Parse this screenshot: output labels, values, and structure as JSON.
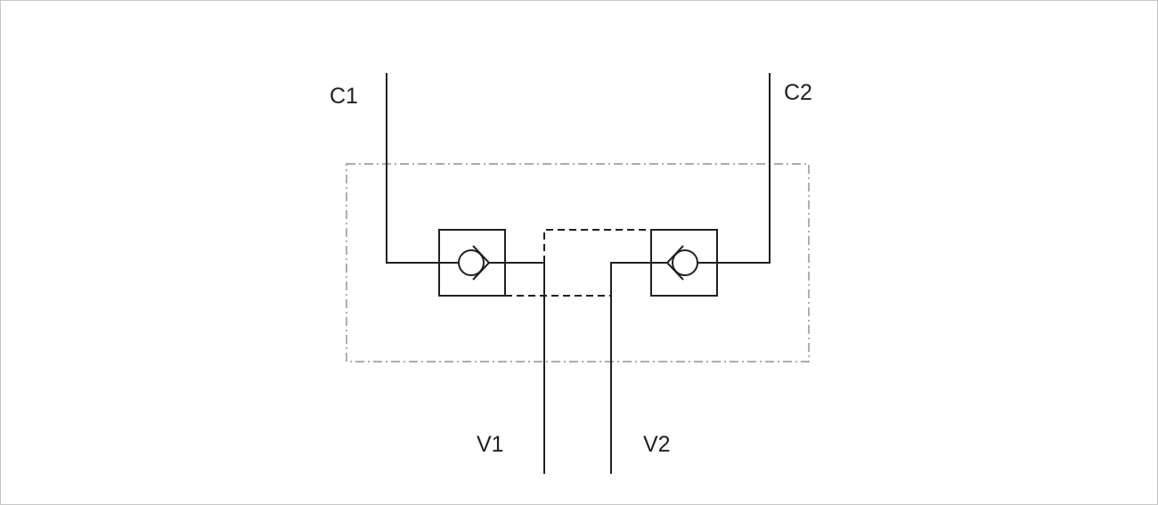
{
  "ports": {
    "c1": "C1",
    "c2": "C2",
    "v1": "V1",
    "v2": "V2"
  },
  "colors": {
    "line": "#231f20",
    "boundary": "#7a7a7a",
    "background": "#ffffff"
  }
}
